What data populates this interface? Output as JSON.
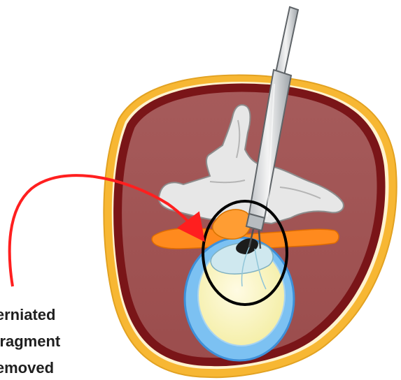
{
  "caption": {
    "line1": "Herniated",
    "line2": "Fragment",
    "line3": "Removed"
  },
  "colors": {
    "skin_outer": "#f7b733",
    "skin_inner": "#fff3cf",
    "body_border": "#7a1518",
    "body_fill": "#a35555",
    "bone": "#e7e7e7",
    "bone_outline": "#8c8c8c",
    "nerve": "#ff8a1e",
    "disc_annulus": "#7cc1f2",
    "disc_nucleus": "#fff7c7",
    "arrow": "#ff1f1f",
    "focus_circle": "#000000",
    "instrument": "#c8c8c8"
  },
  "icons": {
    "instrument": "endoscope-icon",
    "arrow": "curved-arrow-icon"
  }
}
